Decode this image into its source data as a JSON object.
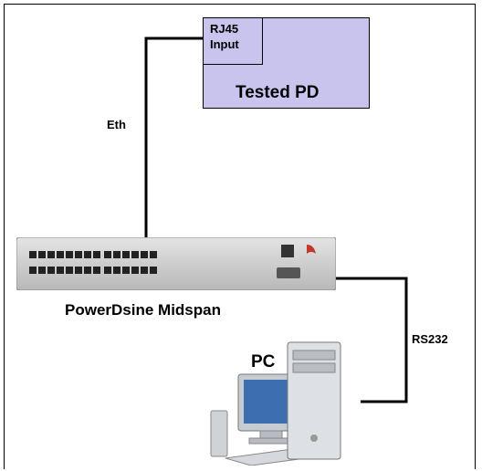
{
  "diagram": {
    "tested_pd": {
      "port_line1": "RJ45",
      "port_line2": "Input",
      "title": "Tested PD"
    },
    "links": {
      "eth": "Eth",
      "serial": "RS232"
    },
    "midspan": {
      "label": "PowerDsine Midspan"
    },
    "pc": {
      "label": "PC"
    }
  }
}
